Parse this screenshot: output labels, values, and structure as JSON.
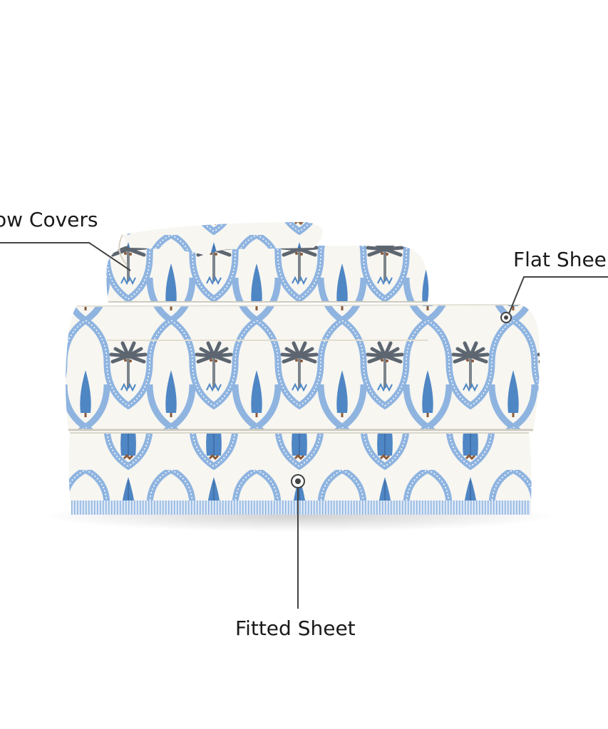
{
  "labels": {
    "pillow_covers": "ow Covers",
    "flat_sheet": "Flat Shee",
    "fitted_sheet": "Fitted Sheet"
  },
  "colors": {
    "background": "#ffffff",
    "fabric": "#f7f6f1",
    "lattice_blue": "#8fb4e0",
    "lattice_blue_dark": "#6b97cf",
    "cypress_blue": "#4f86c4",
    "palm_gray": "#5d6670",
    "trunk_brown": "#8a5a3c",
    "callout_line": "#444444"
  },
  "motifs": [
    "palm-tree",
    "cypress-tree",
    "moroccan-lattice"
  ]
}
